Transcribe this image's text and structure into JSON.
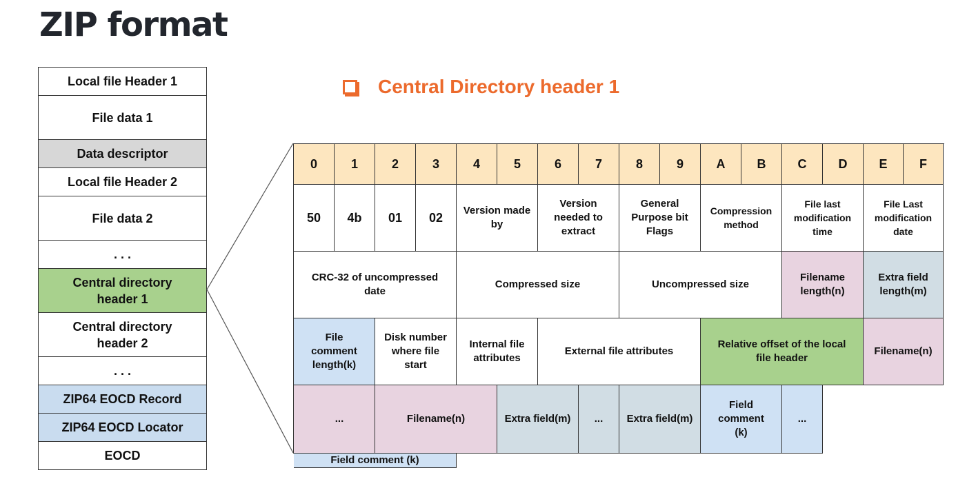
{
  "title": "ZIP format",
  "heading": "Central Directory header 1",
  "stack": [
    {
      "label": "Local file Header 1",
      "color": "#ffffff"
    },
    {
      "label": "File data 1",
      "color": "#ffffff"
    },
    {
      "label": "Data descriptor",
      "color": "#d7d7d7"
    },
    {
      "label": "Local file Header 2",
      "color": "#ffffff"
    },
    {
      "label": "File data 2",
      "color": "#ffffff"
    },
    {
      "label": ". . .",
      "color": "#ffffff"
    },
    {
      "label": "Central directory header 1",
      "color": "#a8d18d"
    },
    {
      "label": "Central directory header 2",
      "color": "#ffffff"
    },
    {
      "label": ". . .",
      "color": "#ffffff"
    },
    {
      "label": "ZIP64 EOCD Record",
      "color": "#c9dcef"
    },
    {
      "label": "ZIP64 EOCD Locator",
      "color": "#c9dcef"
    },
    {
      "label": "EOCD",
      "color": "#ffffff"
    }
  ],
  "table": {
    "offsets": [
      "0",
      "1",
      "2",
      "3",
      "4",
      "5",
      "6",
      "7",
      "8",
      "9",
      "A",
      "B",
      "C",
      "D",
      "E",
      "F"
    ],
    "row1": [
      "50",
      "4b",
      "01",
      "02",
      "Version made by",
      "Version needed to extract",
      "General Purpose bit Flags",
      "Compression method",
      "File last modification time",
      "File Last modification date"
    ],
    "row2": [
      "CRC-32 of uncompressed date",
      "Compressed size",
      "Uncompressed size",
      "Filename length(n)",
      "Extra field length(m)"
    ],
    "row3": [
      "File comment length(k)",
      "Disk number where file start",
      "Internal file attributes",
      "External file attributes",
      "Relative offset of the local file header",
      "Filename(n)"
    ],
    "row4": [
      "...",
      "Filename(n)",
      "Extra field(m)",
      "...",
      "Extra field(m)",
      "Field comment (k)",
      "...",
      "Field comment (k)"
    ]
  },
  "colors": {
    "accent": "#ec6a2c",
    "header_row": "#fde6bf",
    "filename": "#e8d3e0",
    "extra_field": "#d1dde4",
    "comment": "#cfe1f4",
    "relative_offset": "#a8d18d"
  }
}
